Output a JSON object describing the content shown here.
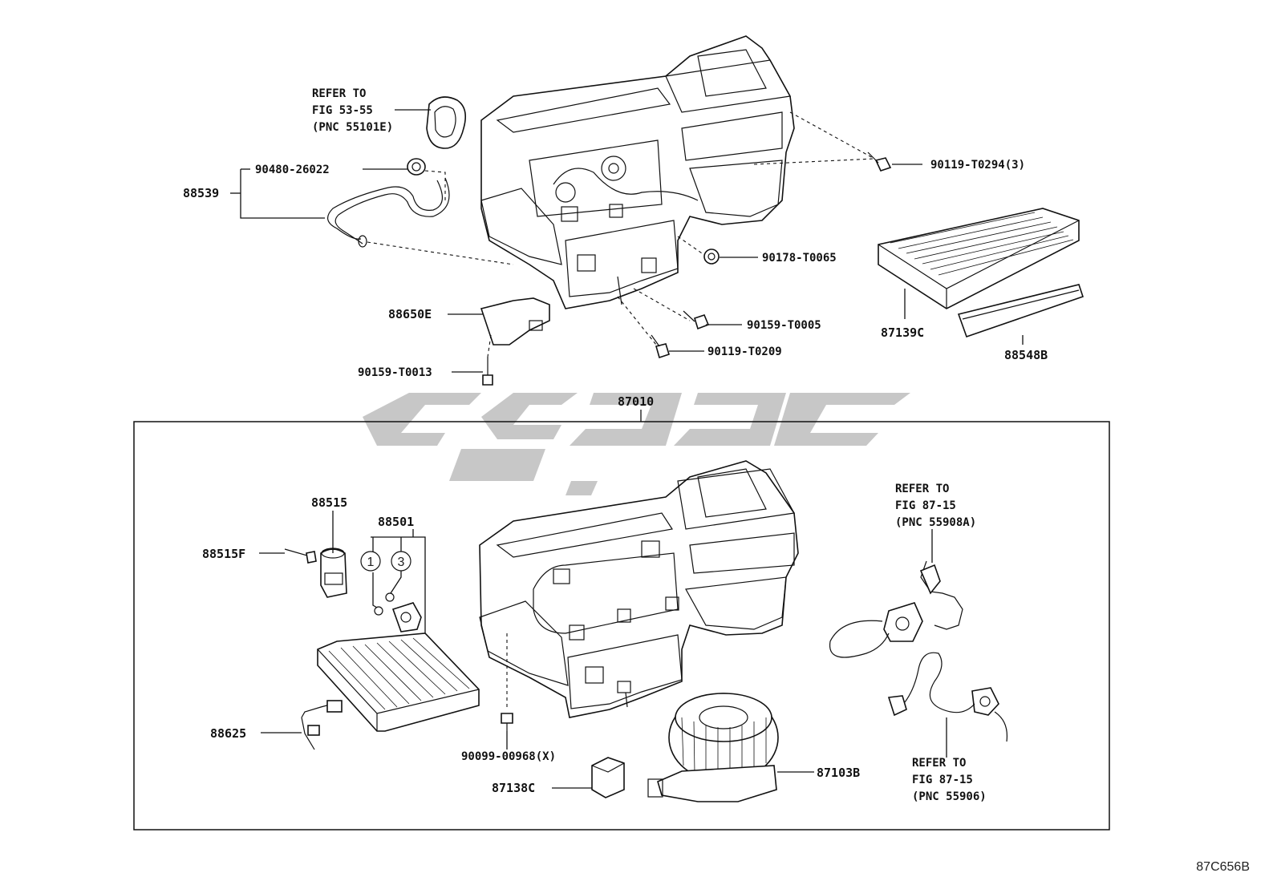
{
  "diagram_code": "87C656B",
  "callouts": {
    "refer_top": [
      "REFER TO",
      "FIG 53-55",
      "(PNC 55101E)"
    ],
    "refer_mid": [
      "REFER TO",
      "FIG 87-15",
      "(PNC 55908A)"
    ],
    "refer_bottom": [
      "REFER TO",
      "FIG 87-15",
      "(PNC 55906)"
    ]
  },
  "parts": {
    "p88539": "88539",
    "p90480": "90480-26022",
    "p90119_t0294": "90119-T0294(3)",
    "p90178": "90178-T0065",
    "p87139c": "87139C",
    "p88548b": "88548B",
    "p88650e": "88650E",
    "p90159_t0005": "90159-T0005",
    "p90119_t0209": "90119-T0209",
    "p90159_t0013": "90159-T0013",
    "p87010": "87010",
    "p88515": "88515",
    "p88501": "88501",
    "p88515f": "88515F",
    "p88625": "88625",
    "p90099": "90099-00968(X)",
    "p87138c": "87138C",
    "p87103b": "87103B"
  },
  "circled_refs": {
    "one": "1",
    "three": "3"
  }
}
